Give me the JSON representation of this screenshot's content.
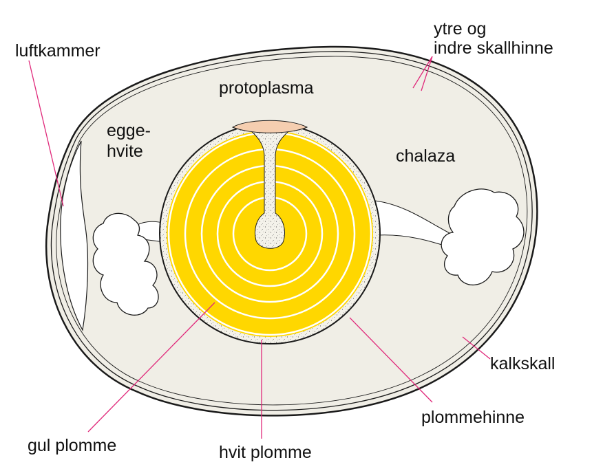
{
  "labels": {
    "luftkammer": "luftkammer",
    "ytre_line1": "ytre og",
    "ytre_line2": "indre skallhinne",
    "protoplasma": "protoplasma",
    "eggehvite_line1": "egge-",
    "eggehvite_line2": "hvite",
    "chalaza": "chalaza",
    "kalkskall": "kalkskall",
    "plommehinne": "plommehinne",
    "gul_plomme": "gul plomme",
    "hvit_plomme": "hvit plomme"
  },
  "colors": {
    "shell": "#f0eee6",
    "outline": "#1a1a1a",
    "yolk": "#ffd700",
    "speckle": "#f4f2ea",
    "blastodisc": "#f5ceb0",
    "leader": "#e0287a"
  }
}
